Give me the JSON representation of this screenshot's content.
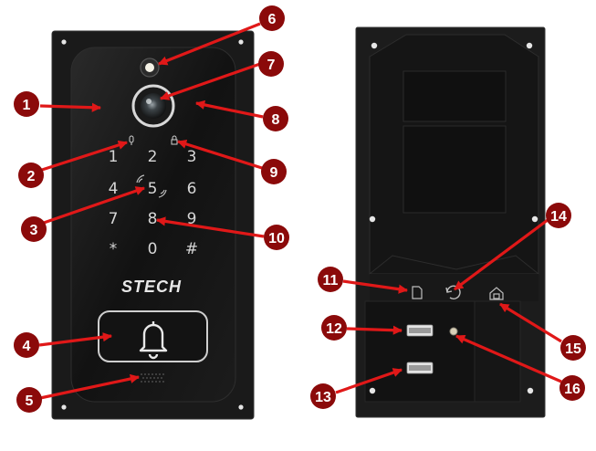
{
  "brand": "STECH",
  "keypad": [
    "1",
    "2",
    "3",
    "4",
    "5",
    "6",
    "7",
    "8",
    "9",
    "*",
    "0",
    "#"
  ],
  "callouts": [
    "1",
    "2",
    "3",
    "4",
    "5",
    "6",
    "7",
    "8",
    "9",
    "10",
    "11",
    "12",
    "13",
    "14",
    "15",
    "16"
  ],
  "colors": {
    "callout_fill": "#8b0a0a",
    "arrow": "#e01818",
    "panel": "#141414",
    "frame": "#1d1d1d"
  }
}
